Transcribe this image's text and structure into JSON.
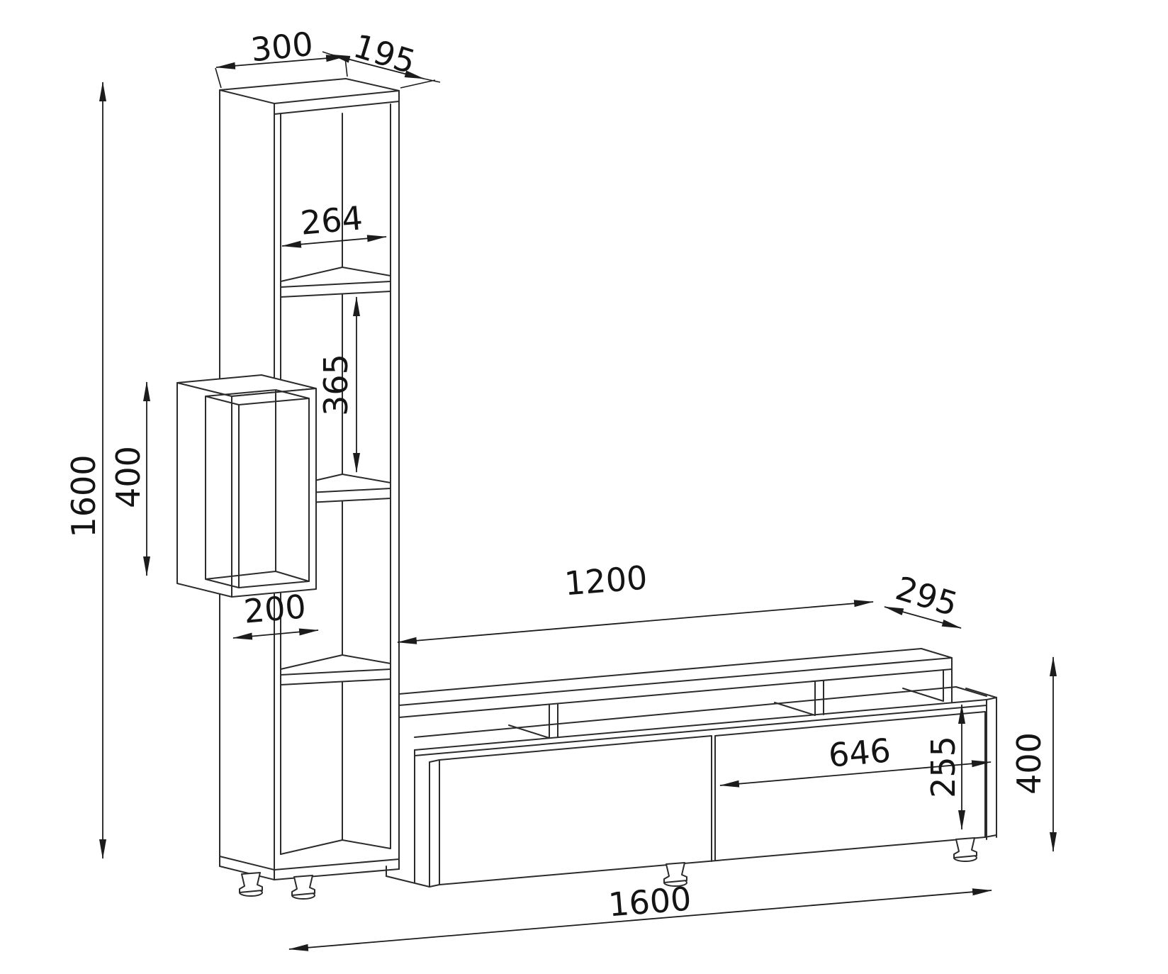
{
  "drawing": {
    "type": "furniture-technical-drawing",
    "subject": "TV wall unit with shelf tower, wall box, floating shelf and two-door TV stand",
    "units": "mm",
    "background_color": "#ffffff",
    "line_color": "#2b2b2b",
    "text_color": "#141414",
    "dims": {
      "tower_width": "300",
      "tower_depth": "195",
      "tower_inner_width": "264",
      "tower_shelf_spacing": "365",
      "wall_box_height": "400",
      "total_height": "1600",
      "wall_box_width": "200",
      "tv_shelf_length": "1200",
      "tv_shelf_depth": "295",
      "door_width": "646",
      "door_height": "255",
      "tv_stand_height": "400",
      "tv_stand_length": "1600"
    }
  }
}
